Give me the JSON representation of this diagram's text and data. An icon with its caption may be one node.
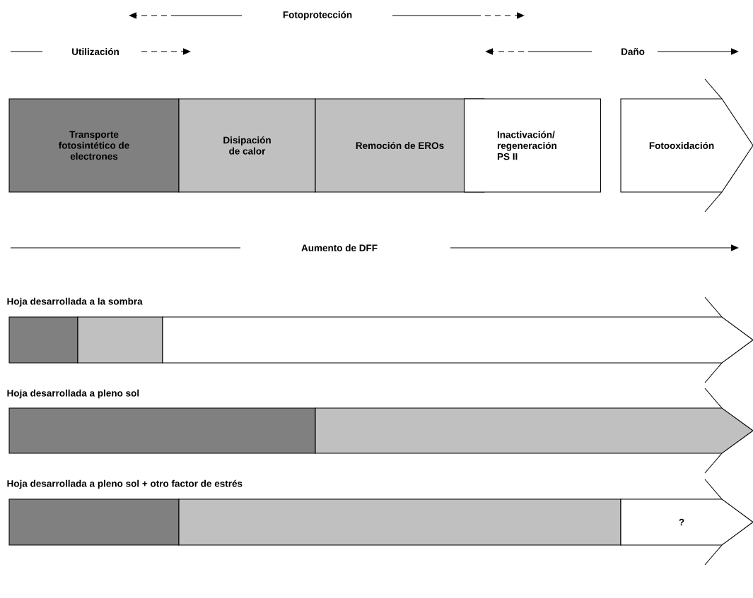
{
  "diagram": {
    "nodes": [
      {
        "text": [
          "Transporte fotosintético de electrones"
        ]
      },
      {
        "text": [
          "Disipación de calor"
        ]
      },
      {
        "text": [
          "Remoción de EROs"
        ]
      },
      {
        "text": [
          "Inactivación/ regeneración PS II"
        ]
      },
      {
        "text": [
          "Fotooxidación"
        ]
      },
      {
        "text": [],
        "shape": "box"
      },
      {
        "text": [],
        "shape": "box"
      },
      {
        "text": [],
        "shape": "box"
      },
      {
        "text": [],
        "shape": "box"
      },
      {
        "text": [],
        "shape": "box"
      },
      {
        "text": [],
        "shape": "box"
      },
      {
        "text": [],
        "shape": "box"
      },
      {
        "text": [
          "?"
        ]
      }
    ],
    "labels": [
      "Fotoprotección",
      "Utilización",
      "Daño",
      "Aumento de DFF",
      "Hoja desarrollada a la sombra",
      "Hoja desarrollada a pleno sol",
      "Hoja desarrollada a pleno sol + otro factor de estrés"
    ]
  }
}
